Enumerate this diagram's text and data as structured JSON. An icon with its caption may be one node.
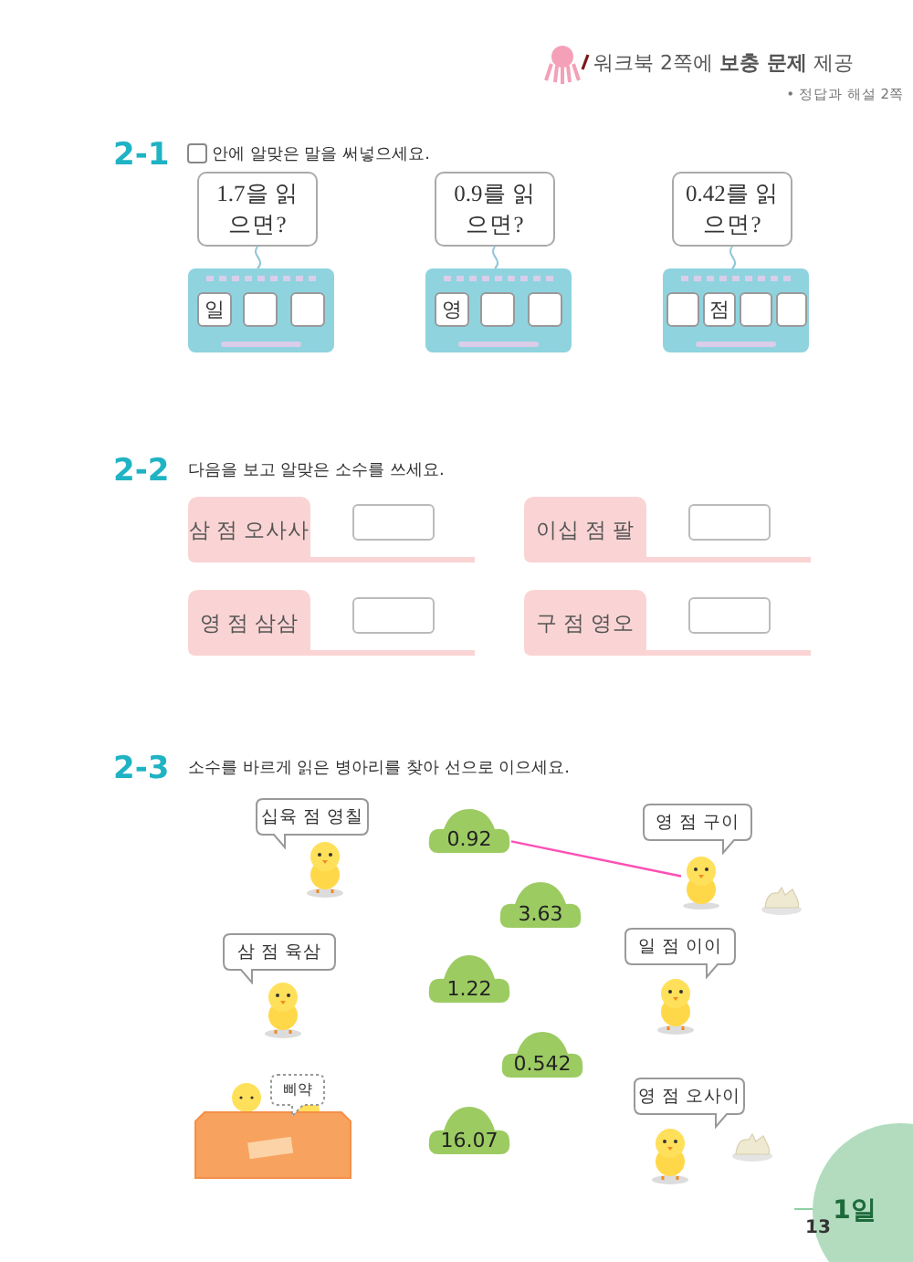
{
  "diagram": {
    "nodes": [
      {
        "text": [
          "1.7을 읽으면?"
        ]
      },
      {
        "text": [
          "0.9를 읽으면?"
        ]
      },
      {
        "text": [
          "0.42를 읽으면?"
        ]
      },
      {
        "text": [],
        "shape": "box"
      },
      {
        "text": [
          "일"
        ],
        "in": 3
      },
      {
        "text": [],
        "shape": "box",
        "in": 3
      },
      {
        "text": [],
        "shape": "box",
        "in": 3
      },
      {
        "text": [],
        "shape": "box"
      },
      {
        "text": [
          "영"
        ],
        "in": 7
      },
      {
        "text": [],
        "shape": "box",
        "in": 7
      },
      {
        "text": [],
        "shape": "box",
        "in": 7
      },
      {
        "text": [],
        "shape": "box"
      },
      {
        "text": [],
        "shape": "box",
        "in": 11
      },
      {
        "text": [
          "점"
        ],
        "in": 11
      },
      {
        "text": [],
        "shape": "box",
        "in": 11
      },
      {
        "text": [],
        "shape": "box",
        "in": 11
      },
      {
        "text": [
          "삼 점 오사사"
        ]
      },
      {
        "text": [],
        "shape": "box",
        "in": 16
      },
      {
        "text": [
          "이십 점 팔"
        ]
      },
      {
        "text": [],
        "shape": "box",
        "in": 18
      },
      {
        "text": [
          "영 점 삼삼"
        ]
      },
      {
        "text": [],
        "shape": "box",
        "in": 20
      },
      {
        "text": [
          "구 점 영오"
        ]
      },
      {
        "text": [],
        "shape": "box",
        "in": 22
      },
      {
        "text": [
          "십육 점 영칠"
        ]
      },
      {
        "text": [
          "0.92"
        ]
      },
      {
        "text": [
          "영 점 구이"
        ]
      },
      {
        "text": [],
        "shape": "picture"
      },
      {
        "text": [
          "3.63"
        ]
      },
      {
        "text": [
          "삼 점 육삼"
        ]
      },
      {
        "text": [
          "1.22"
        ]
      },
      {
        "text": [
          "일 점 이이"
        ]
      },
      {
        "text": [
          "0.542"
        ]
      },
      {
        "text": [
          "삐약"
        ]
      },
      {
        "text": [
          "16.07"
        ]
      },
      {
        "text": [
          "영 점 오사이"
        ]
      },
      {
        "text": [
          "1일"
        ]
      }
    ],
    "edges": [
      {
        "from": 0,
        "to": 3,
        "arrow": "none"
      },
      {
        "from": 1,
        "to": 7,
        "arrow": "none"
      },
      {
        "from": 2,
        "to": 11,
        "arrow": "none"
      },
      {
        "from": 25,
        "to": 27,
        "arrow": "none",
        "color": "#ff4fb4"
      }
    ],
    "labels": [
      "워크북 2쪽에 **보충 문제** 제공",
      "• 정답과 해설 2쪽",
      "2-1",
      "안에 알맞은 말을 써넣으세요.",
      "2-2",
      "다음을 보고 알맞은 소수를 쓰세요.",
      "2-3",
      "소수를 바르게 읽은 병아리를 찾아 선으로 이으세요.",
      "13"
    ]
  }
}
